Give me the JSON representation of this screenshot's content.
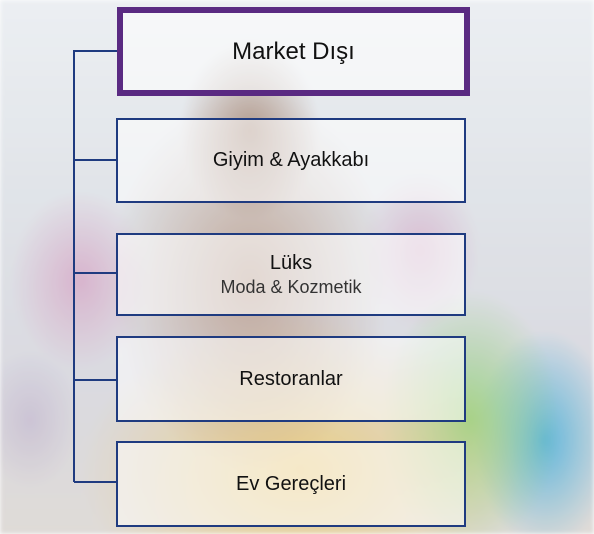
{
  "diagram": {
    "root": {
      "label": "Market Dışı"
    },
    "items": [
      {
        "label": "Giyim & Ayakkabı"
      },
      {
        "label": "Lüks",
        "sublabel": "Moda & Kozmetik"
      },
      {
        "label": "Restoranlar"
      },
      {
        "label": "Ev Gereçleri"
      }
    ]
  },
  "colors": {
    "root_border": "#5a2a82",
    "item_border": "#1f3b80",
    "connector": "#1f3b80"
  }
}
